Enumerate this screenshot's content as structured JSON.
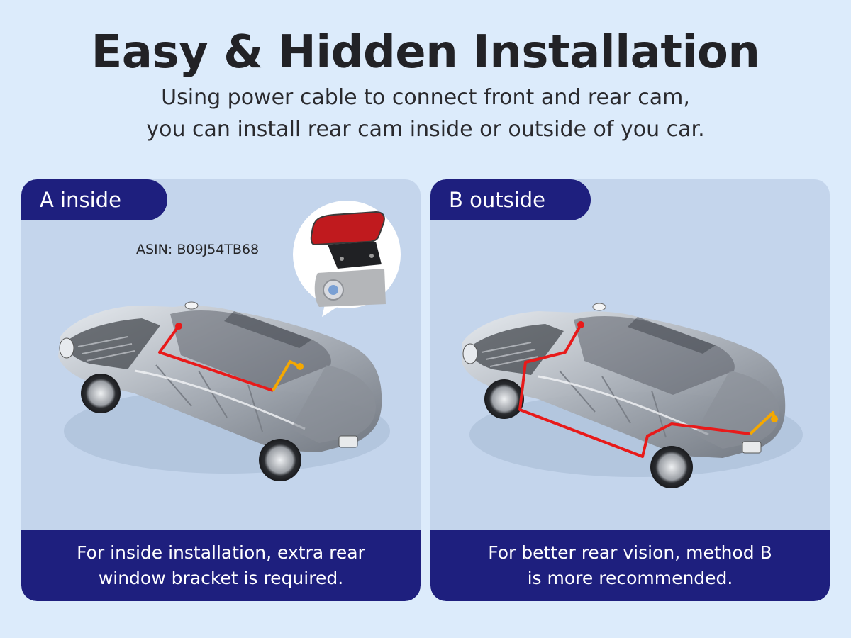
{
  "header": {
    "title": "Easy & Hidden Installation",
    "subtitle_line1": "Using power cable to connect front and rear cam,",
    "subtitle_line2": "you can install rear cam inside or outside of you car."
  },
  "panels": [
    {
      "id": "A",
      "tab_label": "A inside",
      "asin_label": "ASIN: B09J54TB68",
      "bubble_image": "rear-window-bracket-with-camera",
      "illustration": "car-xray-cable-route-inside",
      "caption_line1": "For inside installation, extra rear",
      "caption_line2": "window bracket is required."
    },
    {
      "id": "B",
      "tab_label": "B outside",
      "illustration": "car-xray-cable-route-outside",
      "caption_line1": "For better rear vision, method B",
      "caption_line2": "is more recommended."
    }
  ],
  "colors": {
    "background": "#dcebfb",
    "panel": "#c4d5ec",
    "navy": "#1e1f7e",
    "cable_red": "#e81a1a",
    "cable_orange": "#f5a800",
    "title_text": "#222226"
  }
}
